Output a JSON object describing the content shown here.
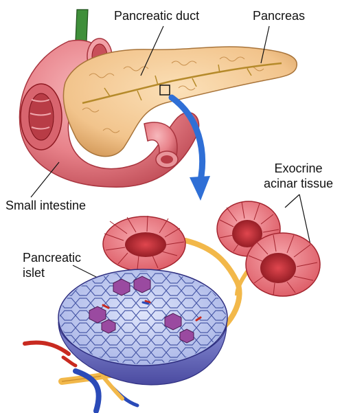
{
  "labels": {
    "pancreatic_duct": "Pancreatic duct",
    "pancreas": "Pancreas",
    "small_intestine": "Small intestine",
    "exocrine_line1": "Exocrine",
    "exocrine_line2": "acinar tissue",
    "islet_line1": "Pancreatic",
    "islet_line2": "islet"
  },
  "colors": {
    "intestine": "#e8828a",
    "intestine_dark": "#b8404c",
    "pancreas": "#f2c48c",
    "pancreas_dark": "#c28a4c",
    "duct": "#b58a2a",
    "arrow": "#2f6fd6",
    "acinar": "#e86872",
    "acinar_dark": "#a3242e",
    "islet_cell": "#c8d0f0",
    "islet_edge": "#4a5aa8",
    "islet_purple": "#9a4aa0",
    "vessel_red": "#c82a20",
    "vessel_blue": "#2a4ab8",
    "vessel_yellow": "#f2b84a",
    "bile_green": "#3f8f3a"
  }
}
